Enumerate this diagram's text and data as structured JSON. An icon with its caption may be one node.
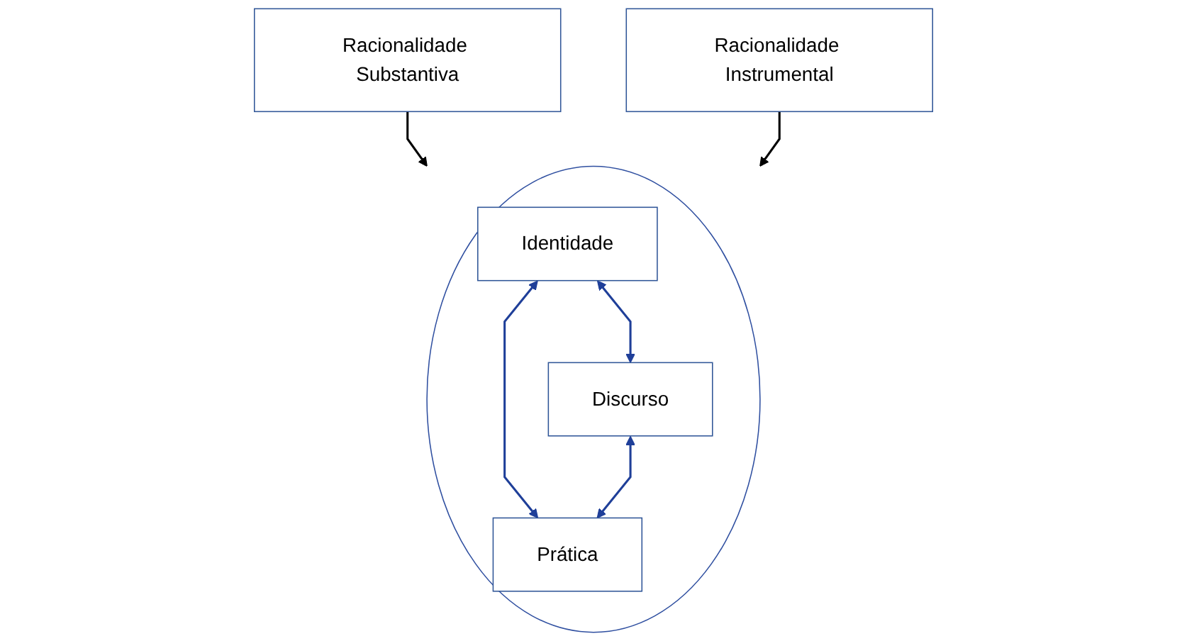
{
  "diagram": {
    "nodes": [
      {
        "text": [
          "Racionalidade Substantiva"
        ]
      },
      {
        "text": [
          "Racionalidade Instrumental"
        ]
      },
      {
        "text": [],
        "shape": "ellipse"
      },
      {
        "text": [
          "Identidade"
        ],
        "in": 2
      },
      {
        "text": [
          "Discurso"
        ],
        "in": 2
      },
      {
        "text": [
          "Prática"
        ],
        "in": 2
      }
    ],
    "edges": [
      {
        "from": 0,
        "to": 2,
        "arrow": "to",
        "color": "#000000"
      },
      {
        "from": 1,
        "to": 2,
        "arrow": "to",
        "color": "#000000"
      },
      {
        "from": 3,
        "to": 4,
        "arrow": "both"
      },
      {
        "from": 3,
        "to": 5,
        "arrow": "both"
      },
      {
        "from": 4,
        "to": 5,
        "arrow": "both"
      }
    ]
  }
}
